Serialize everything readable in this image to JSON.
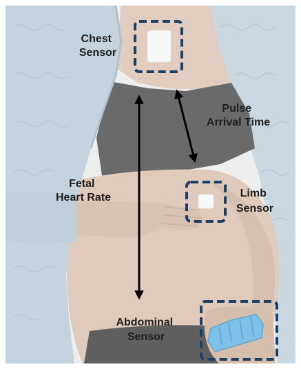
{
  "labels": {
    "chest_sensor": [
      "Chest",
      "Sensor"
    ],
    "pulse_arrival_time": [
      "Pulse",
      "Arrival Time"
    ],
    "fetal_heart_rate": [
      "Fetal",
      "Heart Rate"
    ],
    "limb_sensor": [
      "Limb",
      "Sensor"
    ],
    "abdominal_sensor": [
      "Abdominal",
      "Sensor"
    ]
  },
  "colors": {
    "sensor_box": "#1d3f63",
    "arrow": "#000000",
    "label_text": "#1e1e1e",
    "gown": "#b7cad6",
    "skin": "#d6bdab",
    "background": "#ebebeb",
    "pants": "#3a3a3a",
    "abdominal_sensor_patch": "#5fb3e3"
  }
}
